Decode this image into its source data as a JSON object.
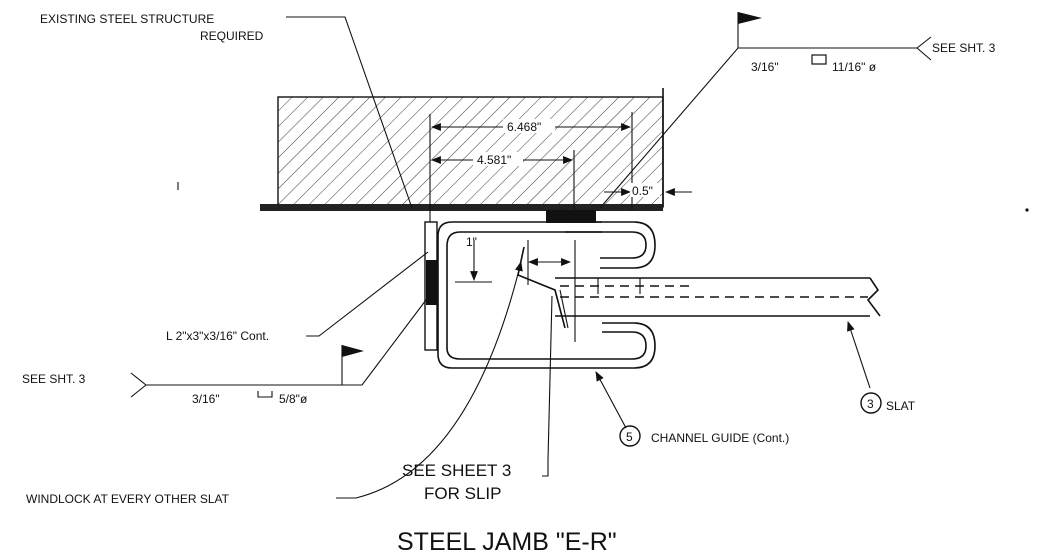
{
  "labels": {
    "existing_steel_1": "EXISTING STEEL STRUCTURE",
    "existing_steel_2": "REQUIRED",
    "weld_top_size": "3/16\"",
    "weld_top_dia": "11/16\" ø",
    "see_sht3_top": "SEE SHT. 3",
    "dim_6468": "6.468\"",
    "dim_4581": "4.581\"",
    "dim_05": "0.5\"",
    "dim_1": "1\"",
    "angle": "L 2\"x3\"x3/16\" Cont.",
    "see_sht3_left": "SEE SHT. 3",
    "weld_left_size": "3/16\"",
    "weld_left_dia": "5/8\"ø",
    "slat_num": "3",
    "slat": "SLAT",
    "channel_num": "5",
    "channel": "CHANNEL GUIDE (Cont.)",
    "see_sheet3_1": "SEE SHEET 3",
    "see_sheet3_2": "FOR SLIP",
    "windlock": "WINDLOCK AT EVERY OTHER SLAT",
    "title": "STEEL JAMB \"E-R\""
  }
}
